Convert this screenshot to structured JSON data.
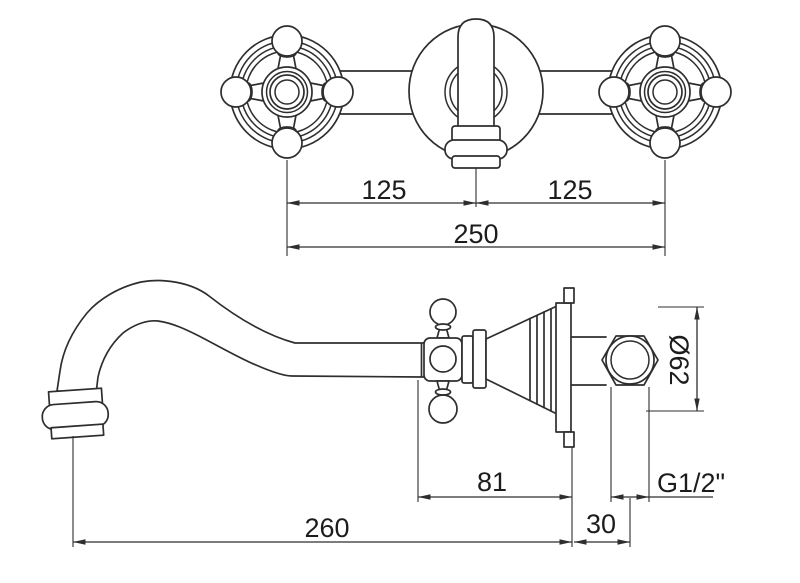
{
  "page": {
    "background": "#ffffff"
  },
  "drawing": {
    "type": "technical-dimension-drawing",
    "subject": "wall-mounted-basin-mixer-tap-with-cross-handles",
    "line_color": "#2e2e2e",
    "text_color": "#1c1c1c",
    "front_view": {
      "dim_left_span": "125",
      "dim_right_span": "125",
      "dim_total_span": "250"
    },
    "side_view": {
      "dim_handle_to_wall": "81",
      "dim_spout_reach": "260",
      "dim_wall_offset": "30",
      "dim_thread": "G1/2\"",
      "dim_flange_diameter": "Ø62"
    }
  }
}
